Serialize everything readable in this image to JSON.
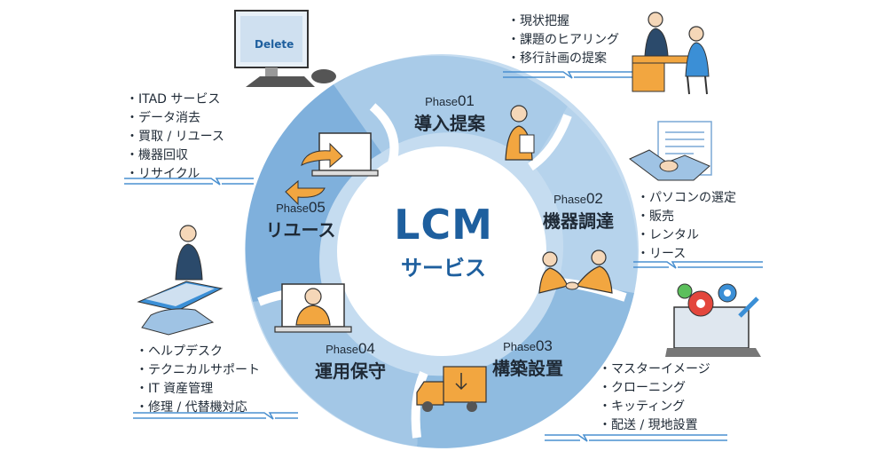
{
  "center": {
    "title": "LCM",
    "subtitle": "サービス"
  },
  "phases": [
    {
      "label": "Phase",
      "num": "01",
      "name": "導入提案"
    },
    {
      "label": "Phase",
      "num": "02",
      "name": "機器調達"
    },
    {
      "label": "Phase",
      "num": "03",
      "name": "構築設置"
    },
    {
      "label": "Phase",
      "num": "04",
      "name": "運用保守"
    },
    {
      "label": "Phase",
      "num": "05",
      "name": "リユース"
    }
  ],
  "lists": {
    "p01": [
      "現状把握",
      "課題のヒアリング",
      "移行計画の提案"
    ],
    "p02": [
      "パソコンの選定",
      "販売",
      "レンタル",
      "リース"
    ],
    "p03": [
      "マスターイメージ",
      "クローニング",
      "キッティング",
      "配送 / 現地設置"
    ],
    "p04": [
      "ヘルプデスク",
      "テクニカルサポート",
      "IT 資産管理",
      "修理 / 代替機対応"
    ],
    "p05": [
      "ITAD サービス",
      "データ消去",
      "買取 / リユース",
      "機器回収",
      "リサイクル"
    ]
  },
  "monitor_text": "Delete",
  "colors": {
    "ring_light": "#cfe3f3",
    "ring_mid": "#a9cbe8",
    "ring_dark": "#6fa3d2",
    "accent": "#1e5f9e",
    "orange": "#f2a640"
  }
}
